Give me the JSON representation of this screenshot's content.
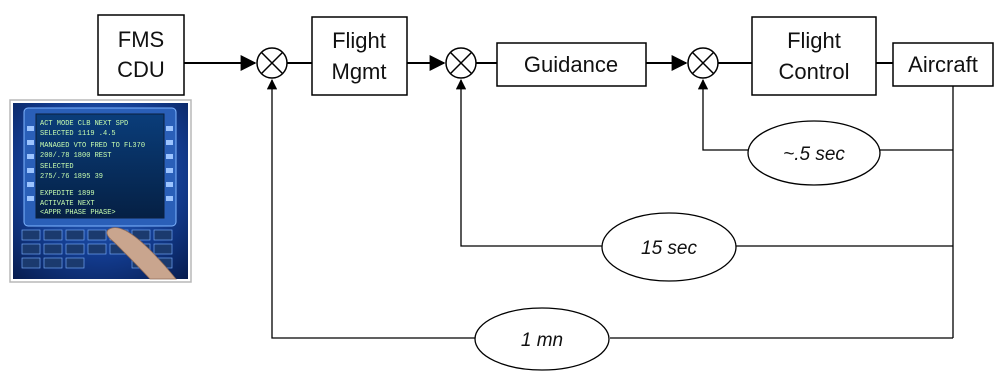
{
  "diagram": {
    "blocks": {
      "fms_cdu": [
        "FMS",
        "CDU"
      ],
      "flight_mgmt": [
        "Flight",
        "Mgmt"
      ],
      "guidance": [
        "Guidance"
      ],
      "flight_control": [
        "Flight",
        "Control"
      ],
      "aircraft": [
        "Aircraft"
      ]
    },
    "loops": {
      "inner": "~.5 sec",
      "middle": "15 sec",
      "outer": "1 mn"
    },
    "photo": {
      "subject": "FMS CDU keypad and display photo",
      "screen_lines": [
        "ACT MODE   CLB   NEXT SPD",
        "SELECTED   1119  .4.5",
        "MANAGED    VTO   FRED TO FL370",
        "200/.78    1800  REST",
        "SELECTED   ",
        "275/.76    1895   39",
        "EXPEDITE   1899",
        "ACTIVATE          NEXT",
        "<APPR PHASE      PHASE>"
      ]
    }
  }
}
